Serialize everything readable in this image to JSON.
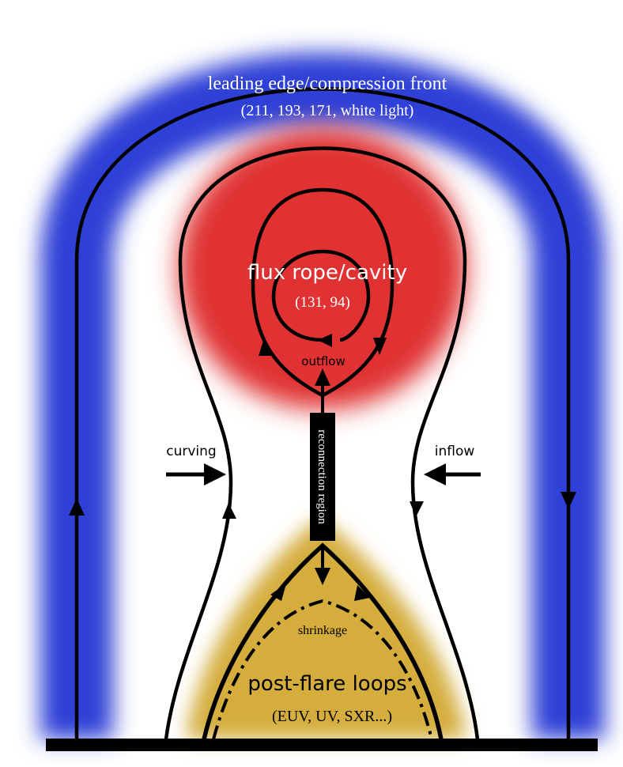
{
  "labels": {
    "leading_edge": "leading edge/compression front",
    "leading_edge_bands": "(211, 193, 171, white light)",
    "flux_rope": "flux rope/cavity",
    "flux_rope_bands": "(131, 94)",
    "outflow": "outflow",
    "reconnection": "reconnection region",
    "curving": "curving",
    "inflow": "inflow",
    "shrinkage": "shrinkage",
    "post_flare": "post-flare loops",
    "post_flare_bands": "(EUV, UV, SXR...)"
  },
  "colors": {
    "front": "#2f3fd6",
    "cavity": "#e03232",
    "loops": "#d4ad3c",
    "lines": "#000000",
    "background": "#ffffff"
  }
}
